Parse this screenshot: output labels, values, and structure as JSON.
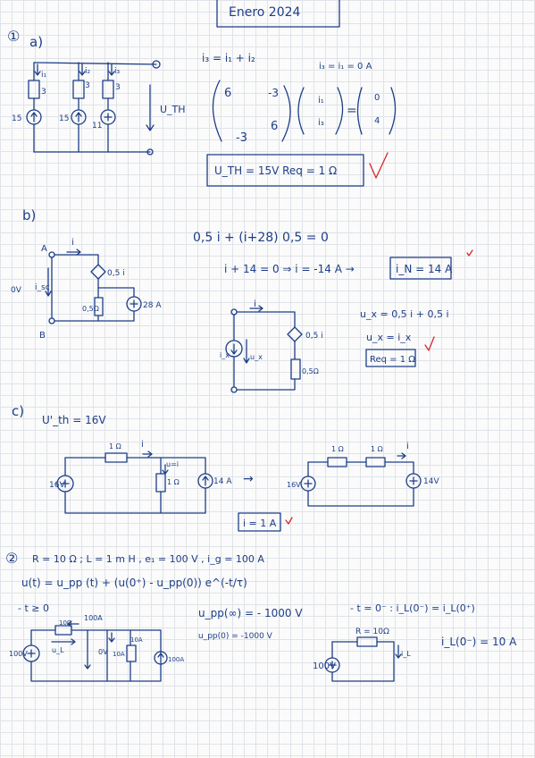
{
  "header": {
    "title": "Enero 2024"
  },
  "problem1": {
    "number": "①",
    "part_a": {
      "label": "a)",
      "eq_top": "i₃ = i₁ + i₂",
      "eq_right": "i₃ = i₁ = 0 A",
      "matrix": {
        "m11": "6",
        "m12": "-3",
        "m21": "-3",
        "m22": "6",
        "v1": "i₁",
        "v2": "i₃",
        "r1": "0",
        "r2": "4"
      },
      "result_box": "U_TH = 15V      Req = 1 Ω",
      "circuit": {
        "s1": "15",
        "s2": "15",
        "s3": "11",
        "r1": "3",
        "r2": "3",
        "r3": "3",
        "i1": "i₁",
        "i2": "i₂",
        "i3": "i₃",
        "vth": "U_TH"
      }
    },
    "part_b": {
      "label": "b)",
      "eq1": "0,5 i + (i+28) 0,5 = 0",
      "eq2": "i + 14 = 0  ⇒  i = -14 A  →",
      "box1": "i_N = 14 A",
      "eq3": "u_x = 0,5 i + 0,5 i",
      "eq4": "u_x = i_x",
      "box2": "Req = 1 Ω",
      "circuit1": {
        "a": "A",
        "b": "B",
        "i": "i",
        "ov": "0V",
        "isc": "i_sc",
        "dep": "0,5 i",
        "r": "0,5Ω",
        "src": "28 A"
      },
      "circuit2": {
        "i": "i",
        "ix": "i_x",
        "ux": "u_x",
        "dep": "0,5 i",
        "r": "0,5Ω"
      }
    },
    "part_c": {
      "label": "c)",
      "eq1": "U'_th = 16V",
      "circuit1": {
        "r1": "1 Ω",
        "r2": "1 Ω",
        "i": "i",
        "mid": "u=i",
        "v": "16V",
        "a": "14 A"
      },
      "circuit2": {
        "r1": "1 Ω",
        "r2": "1 Ω",
        "i": "i",
        "v1": "16V",
        "v2": "14V"
      },
      "box": "i = 1 A"
    }
  },
  "problem2": {
    "number": "②",
    "given": "R = 10 Ω ;   L = 1 m H ,   e₁ = 100 V ,   i_g = 100 A",
    "formula": "u(t) = u_pp (t) + (u(0⁺) - u_pp(0)) e^(-t/τ)",
    "t_label": "- t ≥ 0",
    "upp_inf": "u_pp(∞) = - 1000 V",
    "upp0": "u_pp(0) = -1000 V",
    "t0_label": "- t = 0⁻ :    i_L(0⁻) = i_L(0⁺)",
    "il0": "i_L(0⁻) = 10 A",
    "circuit1": {
      "v": "100V",
      "r": "10Ω",
      "a1": "100A",
      "ul": "u_L",
      "ov": "0V",
      "a2": "10A",
      "a3": "10A",
      "a4": "100A"
    },
    "circuit2": {
      "r": "R = 10Ω",
      "v": "100V",
      "il": "i_L"
    }
  }
}
